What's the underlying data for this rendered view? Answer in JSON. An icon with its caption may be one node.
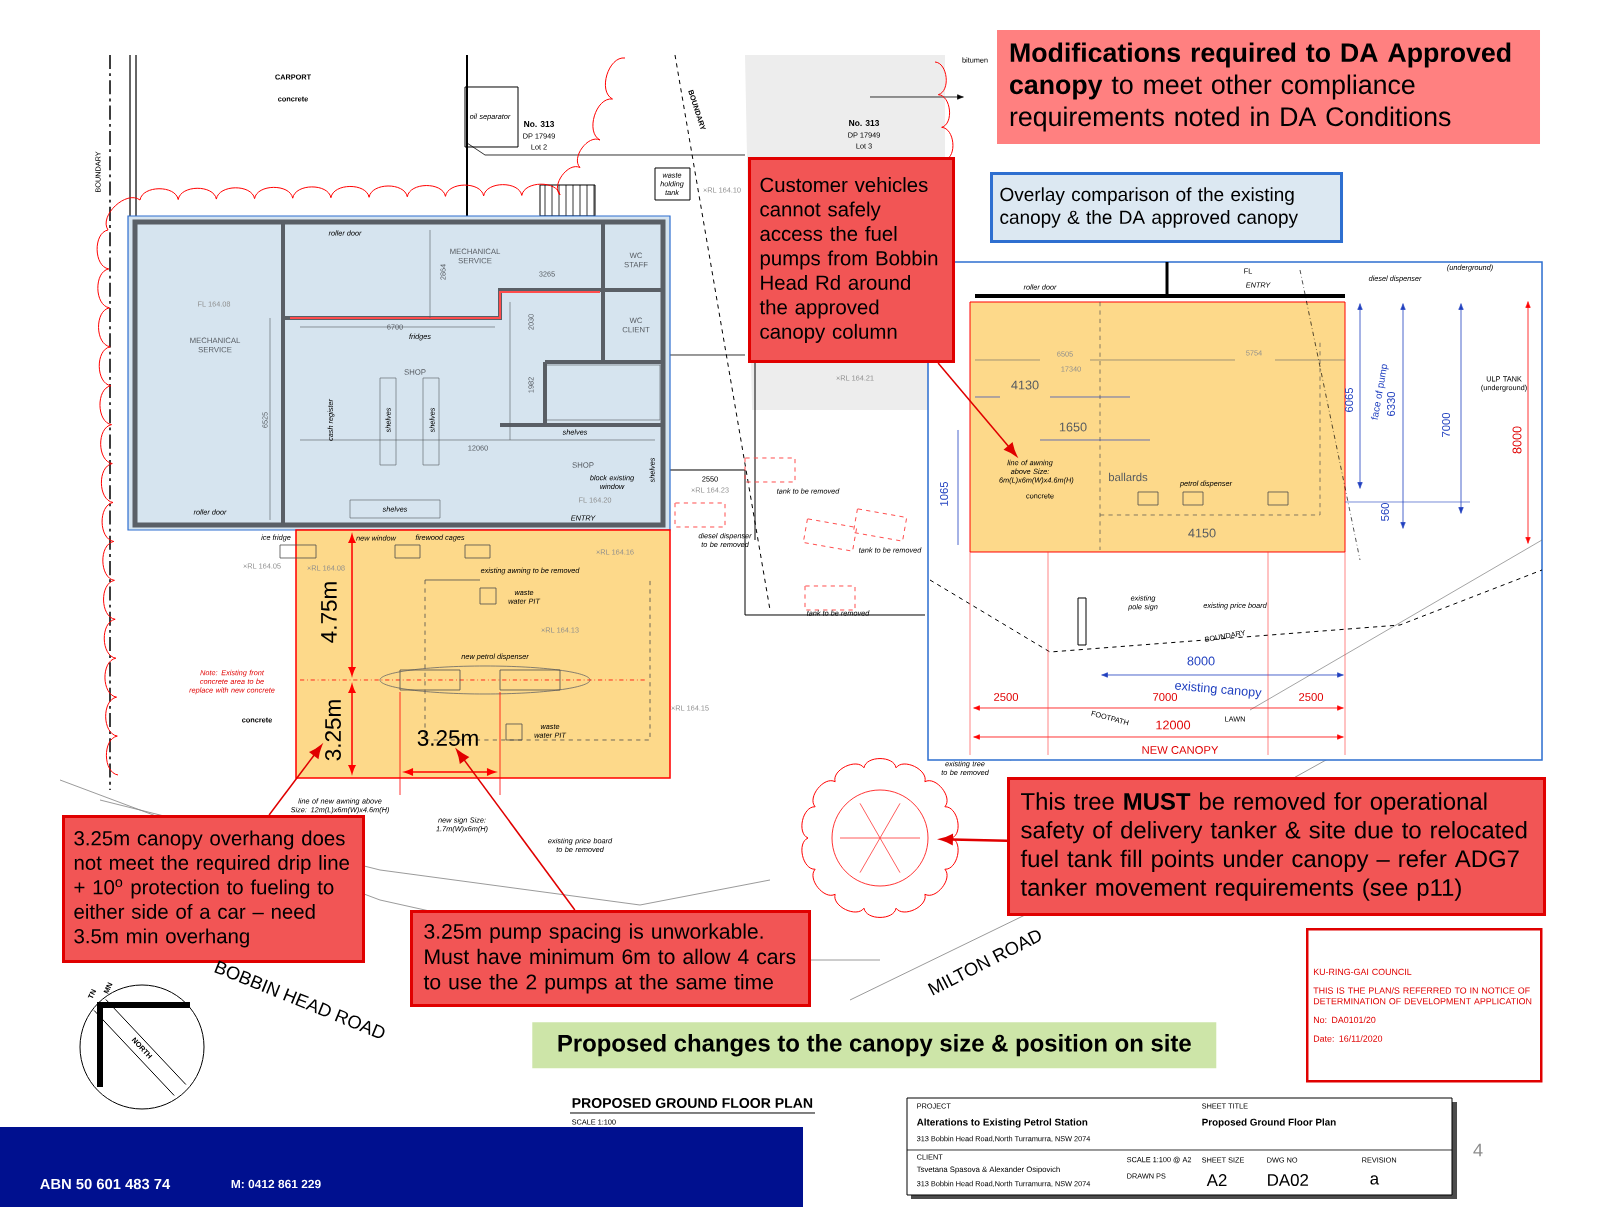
{
  "diagram": {
    "caption": "Proposed changes to the canopy size & position on site",
    "nodes": [
      {
        "text": [
          "**Modifications required to DA Approved canopy** to meet other compliance requirements noted in DA Conditions"
        ]
      },
      {
        "text": [
          "Customer vehicles cannot safely access the fuel pumps from Bobbin Head Rd around the approved canopy column"
        ]
      },
      {
        "text": [
          "Overlay comparison of the existing canopy & the DA approved canopy"
        ]
      },
      {
        "text": [
          "3.25m canopy overhang does not meet the required drip line + 10$^{o}$ protection to fueling to either side of a car – need 3.5m min overhang"
        ]
      },
      {
        "text": [
          "3.25m pump spacing is unworkable. Must have minimum 6m to allow 4 cars to use the 2 pumps at the same time"
        ]
      },
      {
        "text": [
          "This tree **MUST** be removed for operational safety of delivery tanker & site due to relocated fuel tank fill points under canopy – refer ADG7 tanker movement requirements (see p11)"
        ]
      },
      {
        "text": [],
        "shape": "picture"
      },
      {
        "text": [
          "KU-RING-GAI COUNCIL",
          "THIS IS THE PLAN/S REFERRED TO IN NOTICE OF DETERMINATION OF DEVELOPMENT APPLICATION",
          "No:  DA0101/20",
          "Date:  16/11/2020"
        ]
      },
      {
        "text": [
          "3.25m"
        ]
      },
      {
        "text": [
          "3.25m"
        ]
      },
      {
        "text": [
          "line of awning above Size: 6m(L)x6m(W)x4.6m(H)"
        ]
      }
    ],
    "edges": [
      {
        "from": 1,
        "to": 10,
        "arrow": "to"
      },
      {
        "from": 3,
        "to": 8,
        "arrow": "to"
      },
      {
        "from": 4,
        "to": 9,
        "arrow": "to"
      },
      {
        "from": 5,
        "to": 6,
        "arrow": "to"
      }
    ],
    "labels": [
      "CARPORT",
      "concrete",
      "BOUNDARY",
      "oil separator",
      "No. 313",
      "DP 17949",
      "Lot 2",
      "BOUNDARY",
      "No. 313",
      "DP 17949",
      "Lot 3",
      "bitumen",
      "waste holding tank",
      "×RL 164.10",
      "FL 164.08",
      "MECHANICAL SERVICE",
      "roller door",
      "MECHANICAL SERVICE",
      "2864",
      "3265",
      "WC STAFF",
      "6700",
      "fridges",
      "2030",
      "WC CLIENT",
      "SHOP",
      "6525",
      "cash register",
      "shelves",
      "shelves",
      "1982",
      "shelves",
      "12060",
      "SHOP",
      "block existing window",
      "shelves",
      "FL 164.20",
      "shelves",
      "roller door",
      "ENTRY",
      "×RL 164.21",
      "2550",
      "×RL 164.23",
      "tank to be removed",
      "diesel dispenser to be removed",
      "tank to be removed",
      "tank to be removed",
      "ice fridge",
      "new window",
      "firewood cages",
      "×RL 164.05",
      "×RL 164.08",
      "×RL 164.16",
      "existing awning to be removed",
      "waste water PIT",
      "×RL 164.13",
      "new petrol dispenser",
      "×RL 164.15",
      "waste water PIT",
      "Note: Existing front concrete area to be replace with new concrete",
      "concrete",
      "line of new awning above Size: 12m(L)x6m(W)x4.6m(H)",
      "new sign Size: 1.7m(W)x6m(H)",
      "existing price board to be removed",
      "existing tree to be removed",
      "4.75m",
      "BOBBIN HEAD ROAD",
      "MILTON ROAD",
      "TN",
      "MN",
      "NORTH",
      "PROPOSED GROUND FLOOR PLAN",
      "SCALE 1:100",
      "FL",
      "roller door",
      "ENTRY",
      "diesel dispenser",
      "(underground)",
      "6505",
      "5754",
      "17340",
      "4130",
      "1650",
      "ballards",
      "concrete",
      "petrol dispenser",
      "4150",
      "1065",
      "6065",
      "face of pump",
      "6330",
      "7000",
      "8000",
      "560",
      "ULP TANK (underground)",
      "existing pole sign",
      "existing price board",
      "BOUNDARY",
      "8000",
      "existing canopy",
      "2500",
      "7000",
      "2500",
      "FOOTPATH",
      "LAWN",
      "12000",
      "NEW CANOPY",
      "PROJECT",
      "Alterations to Existing Petrol Station",
      "313 Bobbin Head Road,North Turramurra, NSW 2074",
      "SHEET TITLE",
      "Proposed Ground Floor Plan",
      "CLIENT",
      "Tsvetana Spasova & Alexander Osipovich",
      "313 Bobbin Head Road,North Turramurra, NSW 2074",
      "SCALE 1:100 @ A2",
      "DRAWN PS",
      "SHEET SIZE",
      "A2",
      "DWG NO",
      "DA02",
      "REVISION",
      "a",
      "4",
      "ABN 50 601 483 74",
      "M: 0412 861 229"
    ]
  }
}
